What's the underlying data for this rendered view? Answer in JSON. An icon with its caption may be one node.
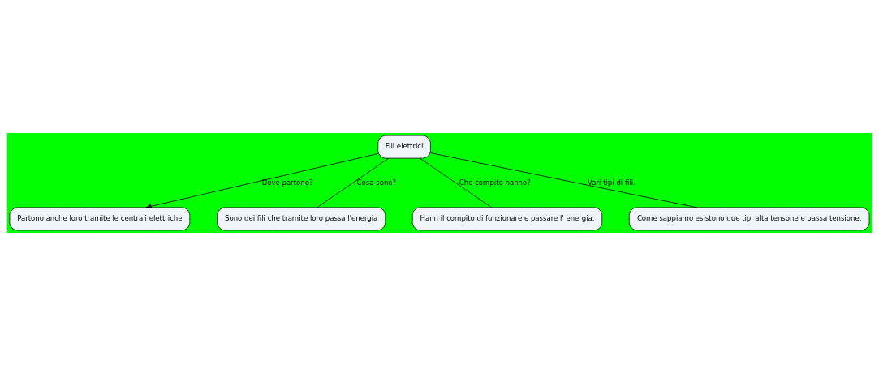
{
  "diagram": {
    "nodes": [
      {
        "text": [
          "Partono anche loro tramite le centrali elettriche"
        ]
      },
      {
        "text": [
          "Fili elettrici"
        ]
      },
      {
        "text": [
          "Sono dei fili che tramite loro passa l'energia"
        ]
      },
      {
        "text": [
          "Hann il compito di funzionare e passare l' energia."
        ]
      },
      {
        "text": [
          "Come sappiamo esistono due tipi alta tensone e bassa tensione."
        ]
      }
    ],
    "edges": [
      {
        "from": 1,
        "to": 0,
        "arrow": "to",
        "label": "Dove partono?"
      },
      {
        "from": 1,
        "to": 2,
        "arrow": "none",
        "label": "Cosa sono?"
      },
      {
        "from": 1,
        "to": 3,
        "arrow": "none",
        "label": "Che compito hanno?"
      },
      {
        "from": 1,
        "to": 4,
        "arrow": "none",
        "label": "Vari tipi di fili."
      }
    ]
  }
}
